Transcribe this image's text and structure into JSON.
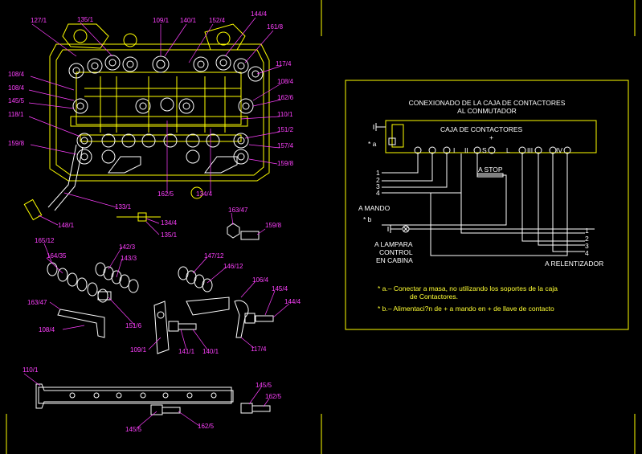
{
  "colors": {
    "background": "#000000",
    "lines": "#ffff00",
    "labels": "#ff40ff",
    "text": "#ffffff"
  },
  "parts_top": [
    "127/1",
    "135/1",
    "109/1",
    "140/1",
    "152/4",
    "144/4",
    "161/8",
    "117/4",
    "108/4",
    "162/6",
    "110/1",
    "151/2",
    "157/4",
    "159/8",
    "108/4",
    "108/4",
    "145/5",
    "118/1",
    "159/8",
    "162/5",
    "134/4",
    "133/1",
    "148/1"
  ],
  "parts_mid": [
    "134/4",
    "135/1",
    "163/47",
    "159/8",
    "165/12",
    "164/35",
    "163/47",
    "142/3",
    "143/3",
    "147/12",
    "146/12",
    "106/4",
    "145/4",
    "144/4",
    "108/4",
    "151/6",
    "109/1",
    "141/1",
    "140/1",
    "117/4"
  ],
  "parts_bot": [
    "110/1",
    "145/5",
    "162/5",
    "145/5",
    "162/5"
  ],
  "diagram": {
    "title_1": "CONEXIONADO DE LA CAJA DE CONTACTORES",
    "title_2": "AL CONMUTADOR",
    "box_label": "CAJA DE CONTACTORES",
    "contact_labels": [
      "I",
      "II",
      "S",
      "L",
      "III",
      "IV"
    ],
    "plus": "+",
    "a_stop": "A STOP",
    "a_mando": "A MANDO",
    "star_b": "* b",
    "star_a": "* a",
    "left_nums": [
      "1",
      "2",
      "3",
      "4"
    ],
    "right_nums": [
      "1",
      "2",
      "3",
      "4"
    ],
    "lamp_1": "A LAMPARA",
    "lamp_2": "CONTROL",
    "lamp_3": "EN CABINA",
    "relentizador": "A RELENTIZADOR",
    "note_a_1": "*  a.– Conectar a masa, no utilizando los soportes de la caja",
    "note_a_2": "de Contactores.",
    "note_b": "*  b.– Alimentaci?n de + a mando en + de llave de contacto"
  }
}
